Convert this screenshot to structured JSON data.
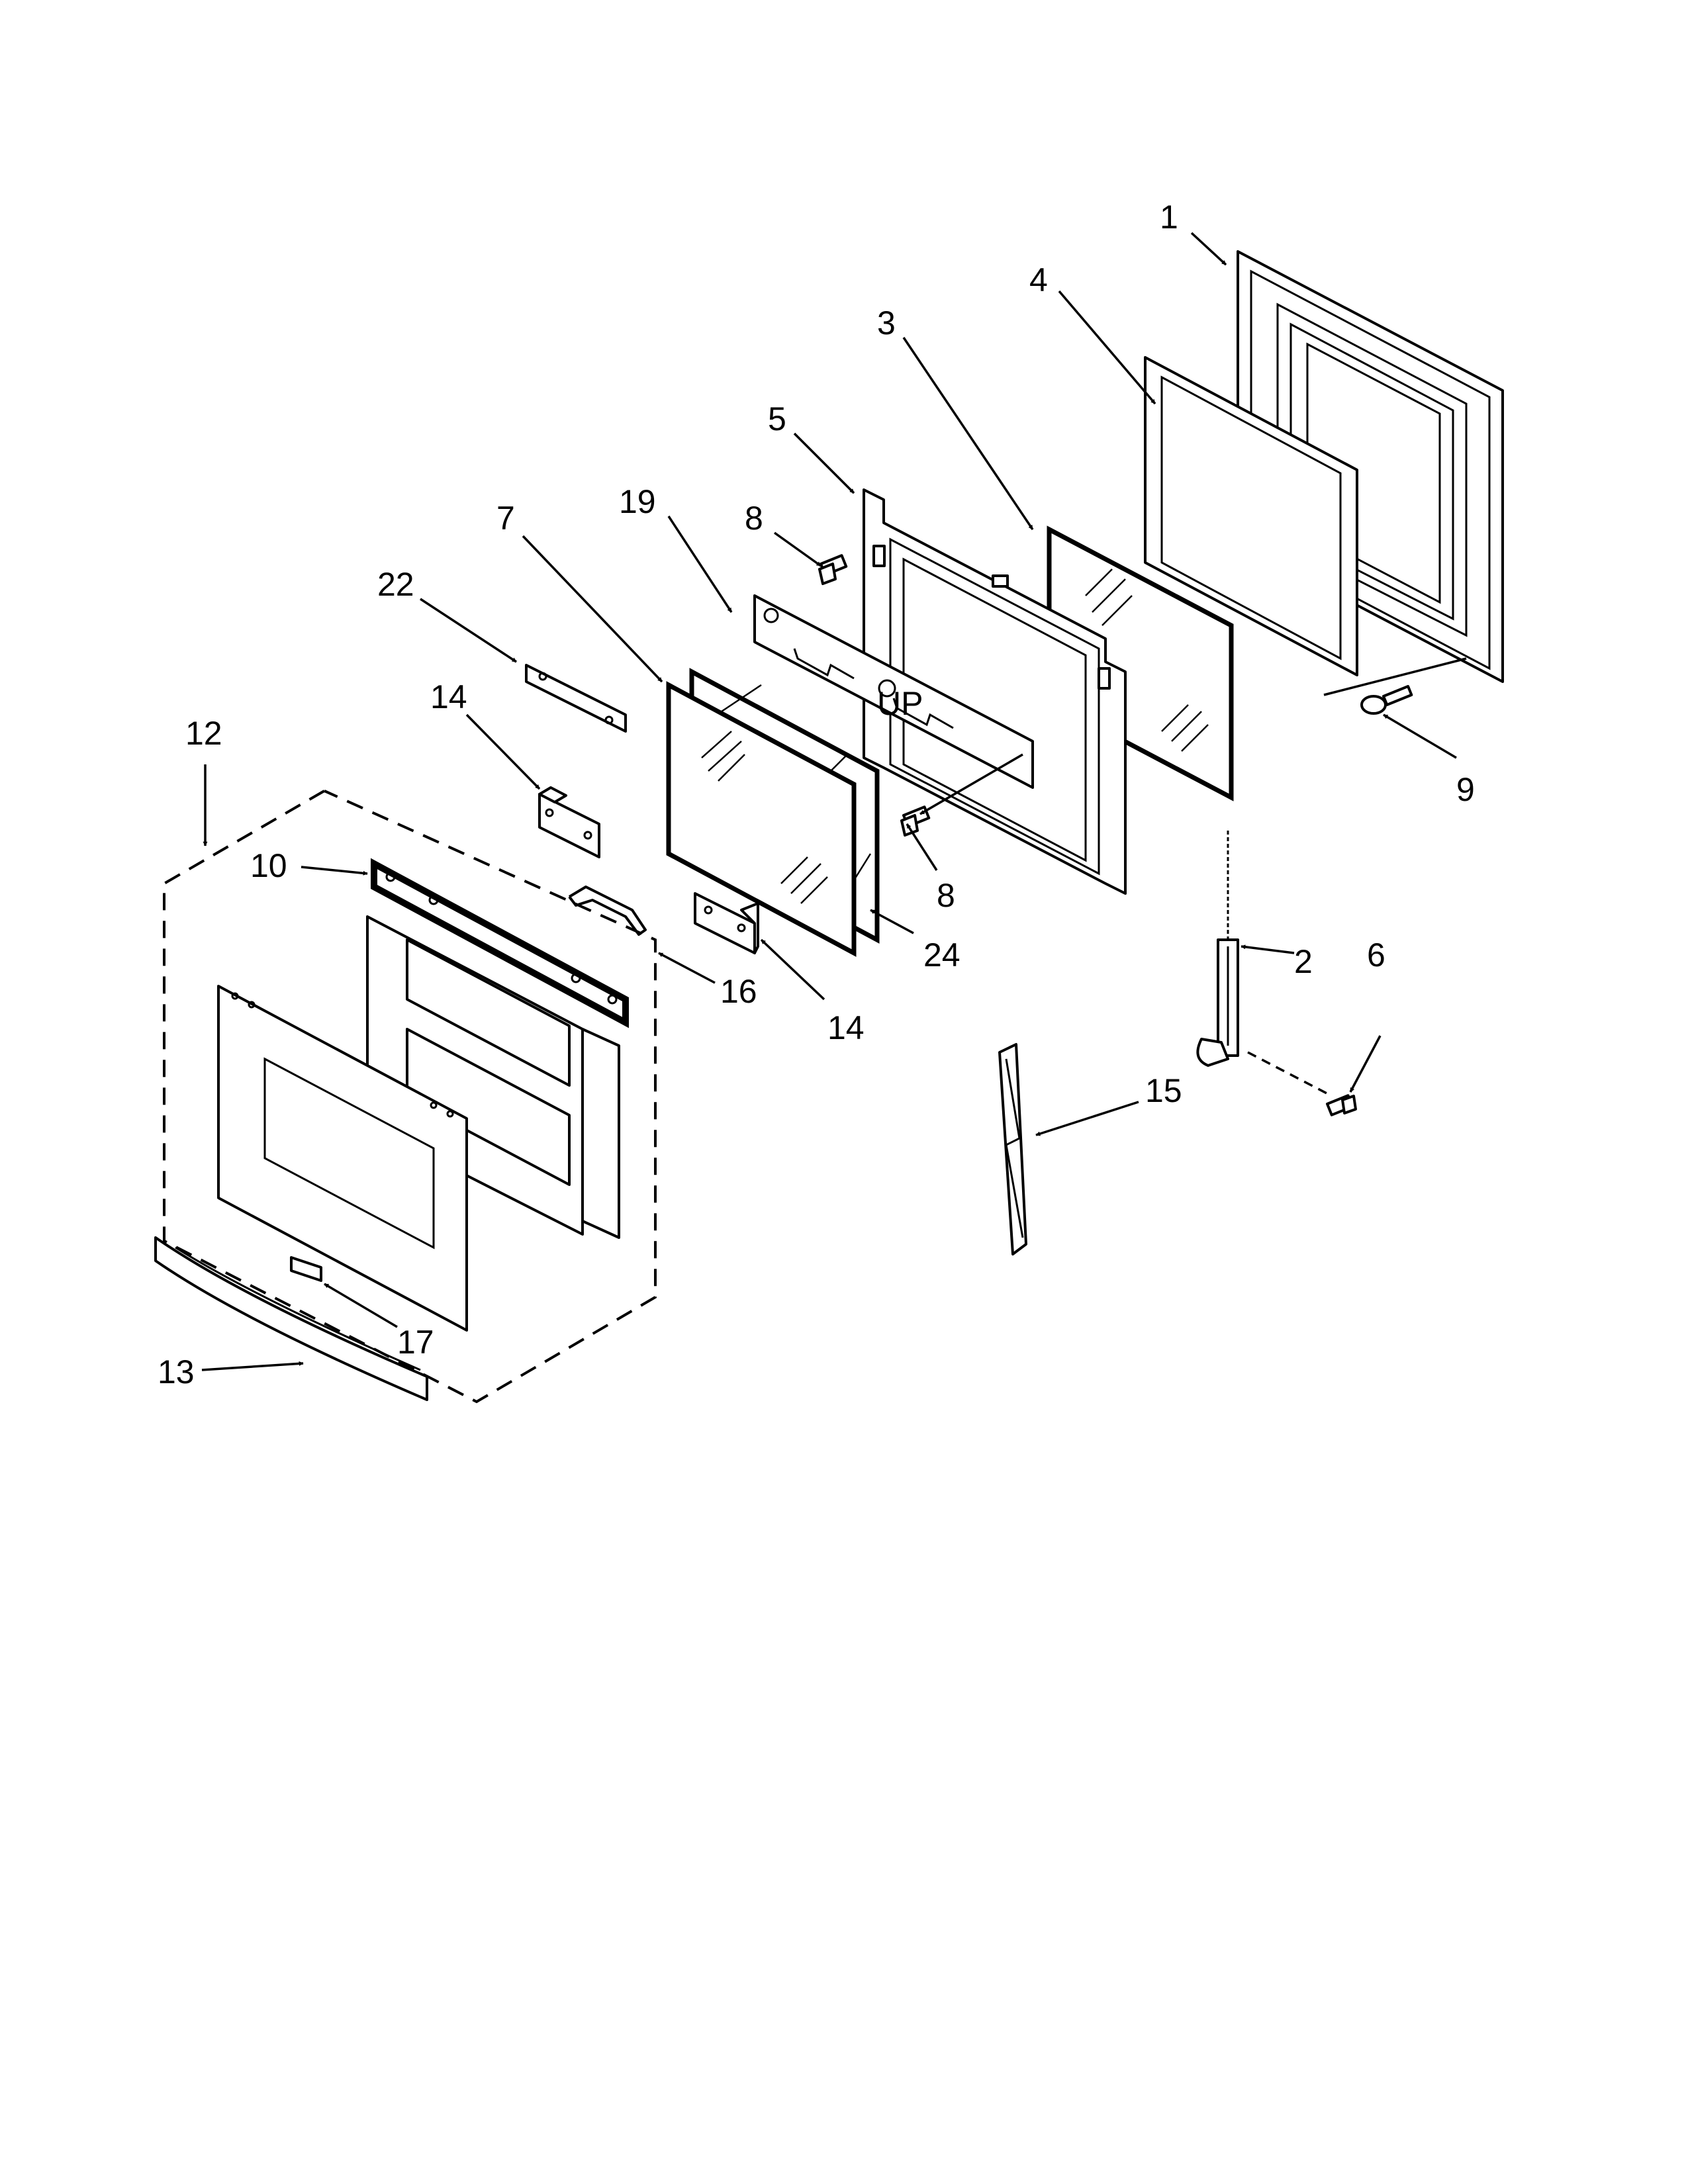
{
  "callouts": [
    {
      "id": "c1",
      "text": "1"
    },
    {
      "id": "c2",
      "text": "2"
    },
    {
      "id": "c3",
      "text": "3"
    },
    {
      "id": "c4",
      "text": "4"
    },
    {
      "id": "c5",
      "text": "5"
    },
    {
      "id": "c6",
      "text": "6"
    },
    {
      "id": "c7",
      "text": "7"
    },
    {
      "id": "c8a",
      "text": "8"
    },
    {
      "id": "c8b",
      "text": "8"
    },
    {
      "id": "c9",
      "text": "9"
    },
    {
      "id": "c10",
      "text": "10"
    },
    {
      "id": "c12",
      "text": "12"
    },
    {
      "id": "c13",
      "text": "13"
    },
    {
      "id": "c14a",
      "text": "14"
    },
    {
      "id": "c14b",
      "text": "14"
    },
    {
      "id": "c15",
      "text": "15"
    },
    {
      "id": "c16",
      "text": "16"
    },
    {
      "id": "c17",
      "text": "17"
    },
    {
      "id": "c19",
      "text": "19"
    },
    {
      "id": "c22",
      "text": "22"
    },
    {
      "id": "c24",
      "text": "24"
    }
  ],
  "liner_marking": "UP"
}
